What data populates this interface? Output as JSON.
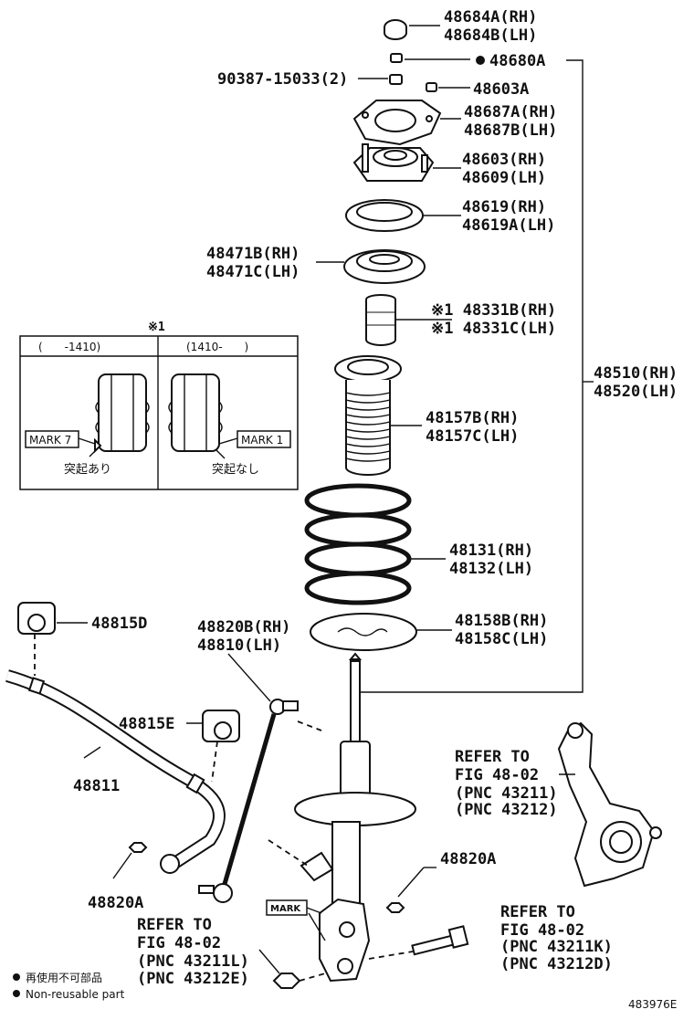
{
  "diagram": {
    "labels": {
      "p48684": [
        "48684A(RH)",
        "48684B(LH)"
      ],
      "p48680": "48680A",
      "p90387": "90387-15033(2)",
      "p48603a": "48603A",
      "p48687": [
        "48687A(RH)",
        "48687B(LH)"
      ],
      "p48603": [
        "48603(RH)",
        "48609(LH)"
      ],
      "p48619": [
        "48619(RH)",
        "48619A(LH)"
      ],
      "p48471": [
        "48471B(RH)",
        "48471C(LH)"
      ],
      "p48331": [
        "※1 48331B(RH)",
        "※1 48331C(LH)"
      ],
      "p48510": [
        "48510(RH)",
        "48520(LH)"
      ],
      "p48157": [
        "48157B(RH)",
        "48157C(LH)"
      ],
      "p48131": [
        "48131(RH)",
        "48132(LH)"
      ],
      "p48158": [
        "48158B(RH)",
        "48158C(LH)"
      ],
      "p48815d": "48815D",
      "p48820b": [
        "48820B(RH)",
        "48810(LH)"
      ],
      "p48815e": "48815E",
      "p48811": "48811",
      "p48820a_r": "48820A",
      "p48820a_l": "48820A",
      "ref_knuckle": [
        "REFER TO",
        "FIG 48-02",
        "(PNC 43211)",
        "(PNC 43212)"
      ],
      "ref_bolt": [
        "REFER TO",
        "FIG 48-02",
        "(PNC 43211K)",
        "(PNC 43212D)"
      ],
      "ref_nut": [
        "REFER TO",
        "FIG 48-02",
        "(PNC 43211L)",
        "(PNC 43212E)"
      ],
      "mark_strut": "MARK"
    },
    "inset": {
      "note_ref": "※1",
      "col1_header": "(　　-1410)",
      "col2_header": "(1410-　　)",
      "mark7": "MARK 7",
      "mark1": "MARK 1",
      "caption_left": "突起あり",
      "caption_right": "突起なし"
    },
    "legend": [
      "再使用不可部品",
      "Non-reusable part"
    ],
    "figure_id": "483976E"
  }
}
